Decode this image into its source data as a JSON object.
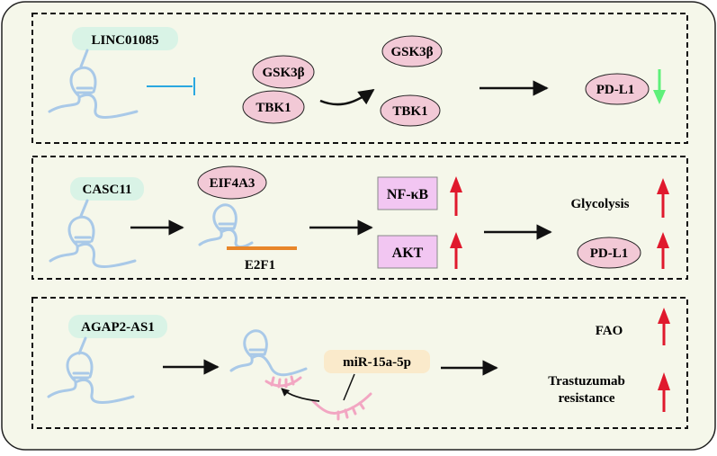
{
  "colors": {
    "background": "#f5f7ea",
    "rna_strand": "#a9c9e8",
    "lncrna_label_bg": "#d9f3e6",
    "protein_ellipse": "#f2c9d6",
    "factor_box": "#f2c6f2",
    "mirna_label_bg": "#faeacb",
    "up_arrow": "#e0192d",
    "down_arrow": "#5ef07a",
    "inhibit_line": "#2aa8e0",
    "e2f1_line": "#e8862a",
    "mirna_strand": "#f2a6c2"
  },
  "panel1": {
    "lncrna": "LINC01085",
    "complex_top": "GSK3β",
    "complex_bottom": "TBK1",
    "separated_top": "GSK3β",
    "separated_bottom": "TBK1",
    "output": "PD-L1"
  },
  "panel2": {
    "lncrna": "CASC11",
    "binder": "EIF4A3",
    "target_gene": "E2F1",
    "factor_1": "NF-κB",
    "factor_2": "AKT",
    "outcome_1": "Glycolysis",
    "outcome_2": "PD-L1"
  },
  "panel3": {
    "lncrna": "AGAP2-AS1",
    "mirna": "miR-15a-5p",
    "outcome_1": "FAO",
    "outcome_2_line1": "Trastuzumab",
    "outcome_2_line2": "resistance"
  }
}
